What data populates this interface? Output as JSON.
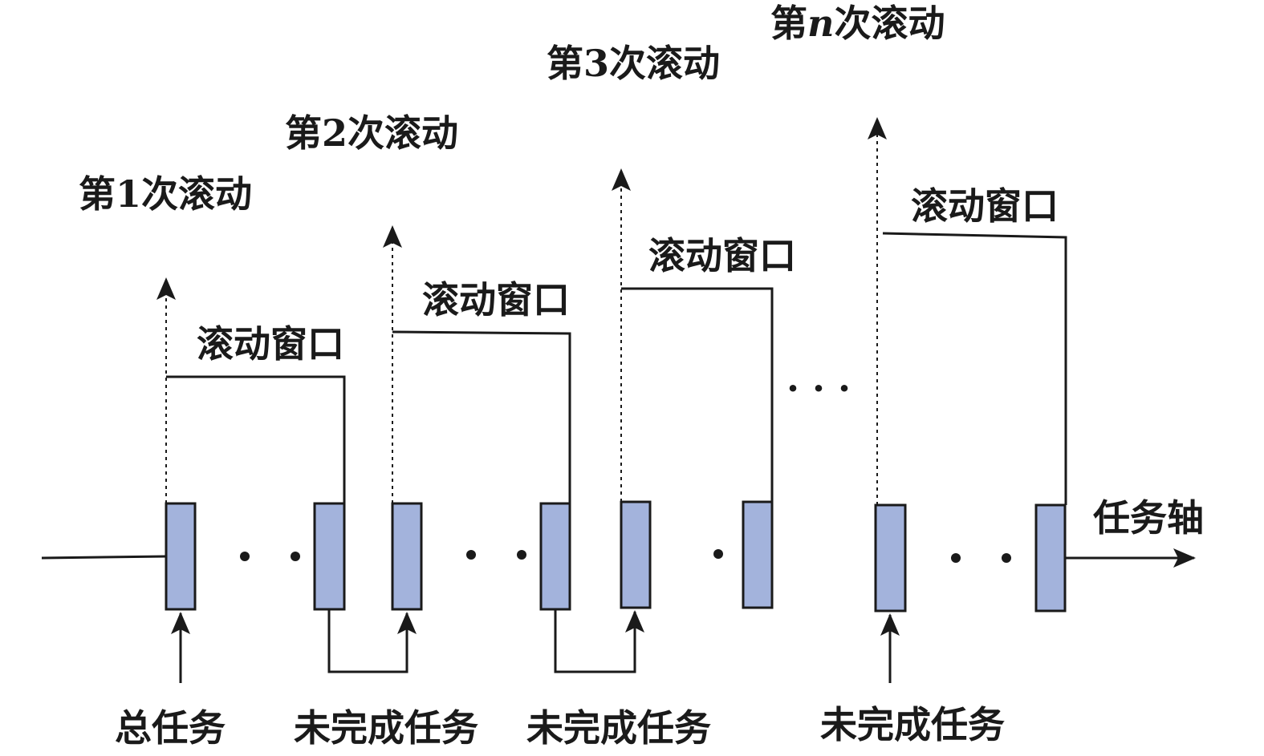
{
  "rolls": [
    {
      "prefix": "第",
      "n": "1",
      "suffix": "次滚动"
    },
    {
      "prefix": "第",
      "n": "2",
      "suffix": "次滚动"
    },
    {
      "prefix": "第",
      "n": "3",
      "suffix": "次滚动"
    },
    {
      "prefix": "第",
      "n": "n",
      "suffix": "次滚动"
    }
  ],
  "window_label": "滚动窗口",
  "axis_label": "任务轴",
  "total_task_label": "总任务",
  "unfinished_task_label": "未完成任务",
  "ellipsis": "· · ·",
  "colors": {
    "task_box": "#a3b3dc",
    "line": "#1a1a1a"
  }
}
